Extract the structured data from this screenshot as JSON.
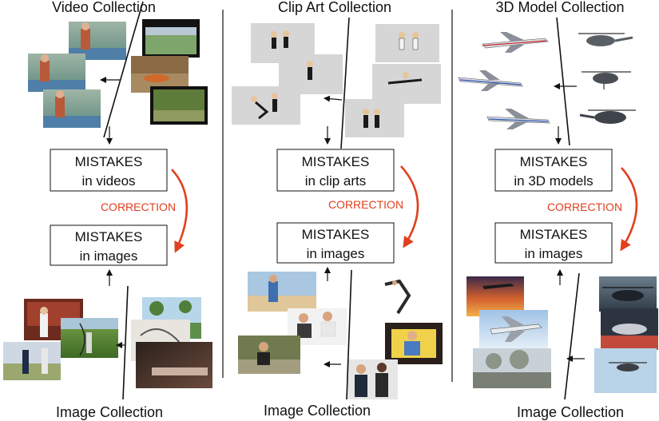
{
  "panels": [
    {
      "top_title": "Video Collection",
      "box_top": [
        "MISTAKES",
        "in videos"
      ],
      "correction": "CORRECTION",
      "box_bottom": [
        "MISTAKES",
        "in images"
      ],
      "bottom_title": "Image Collection"
    },
    {
      "top_title": "Clip Art Collection",
      "box_top": [
        "MISTAKES",
        "in clip arts"
      ],
      "correction": "CORRECTION",
      "box_bottom": [
        "MISTAKES",
        "in images"
      ],
      "bottom_title": "Image Collection"
    },
    {
      "top_title": "3D Model Collection",
      "box_top": [
        "MISTAKES",
        "in 3D models"
      ],
      "correction": "CORRECTION",
      "box_bottom": [
        "MISTAKES",
        "in images"
      ],
      "bottom_title": "Image Collection"
    }
  ],
  "colors": {
    "correction_arrow": "#e0401f",
    "clipart_bg": "#d6d6d6"
  }
}
